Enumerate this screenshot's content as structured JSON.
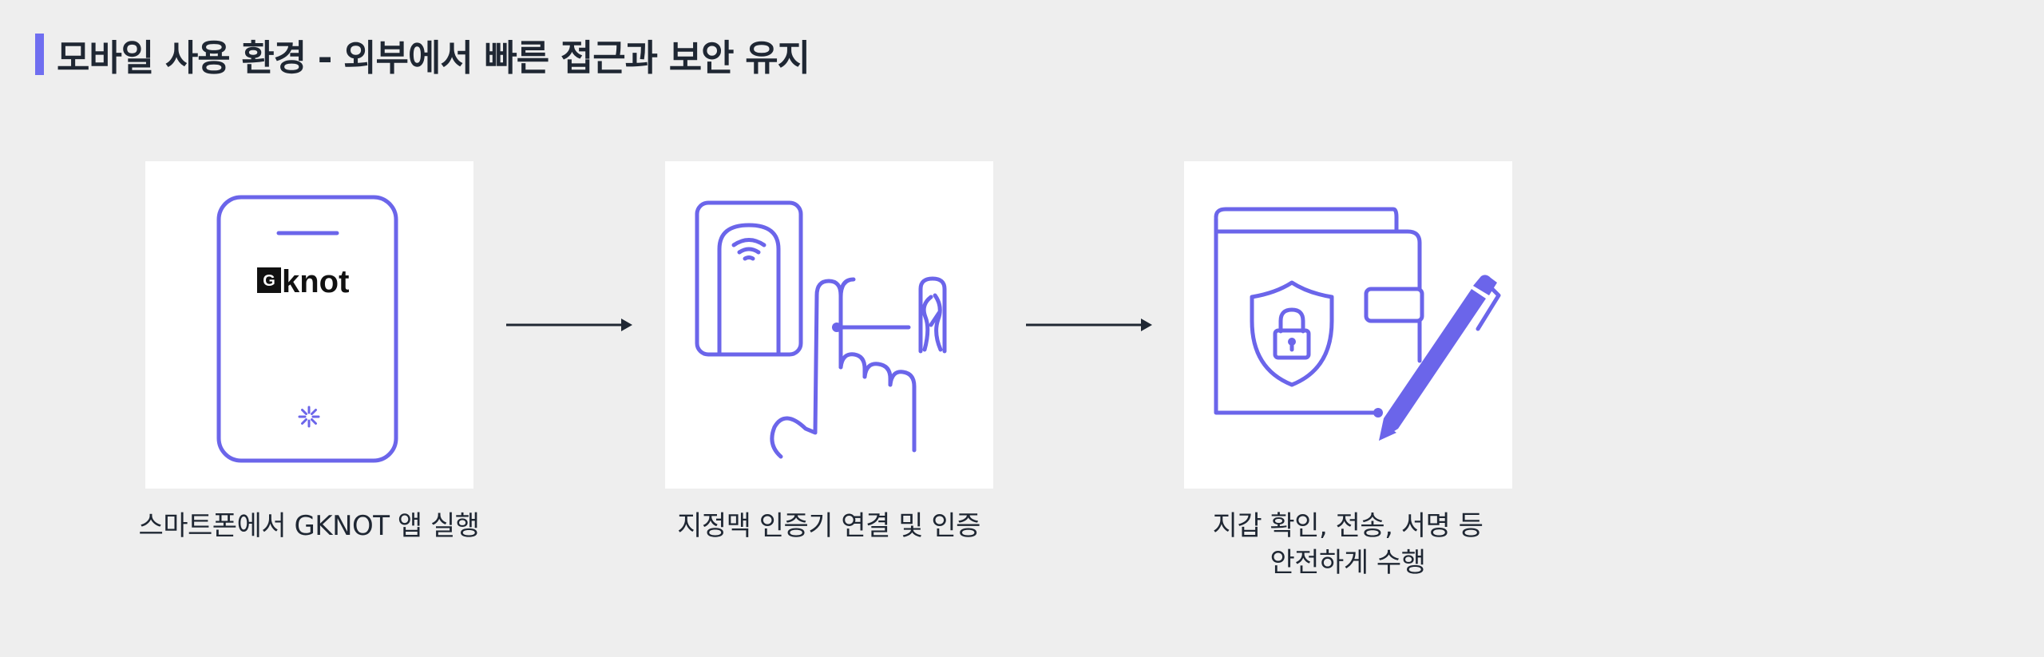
{
  "header": {
    "title": "모바일 사용 환경 - 외부에서 빠른 접근과 보안 유지"
  },
  "steps": [
    {
      "logo_text": "knot",
      "logo_mark": "G",
      "icon": "smartphone-icon",
      "caption_lines": [
        "스마트폰에서 GKNOT 앱 실행"
      ]
    },
    {
      "icon": "fingerprint-authenticator-icon",
      "caption_lines": [
        "지정맥 인증기 연결 및 인증"
      ]
    },
    {
      "icon": "wallet-security-icon",
      "caption_lines": [
        "지갑 확인, 전송, 서명 등",
        "안전하게 수행"
      ]
    }
  ],
  "colors": {
    "accent": "#6b65ea",
    "title_bar": "#6f6ef0",
    "text": "#1f2733",
    "arrow": "#1f2733",
    "background": "#eeeeee",
    "card": "#ffffff"
  }
}
